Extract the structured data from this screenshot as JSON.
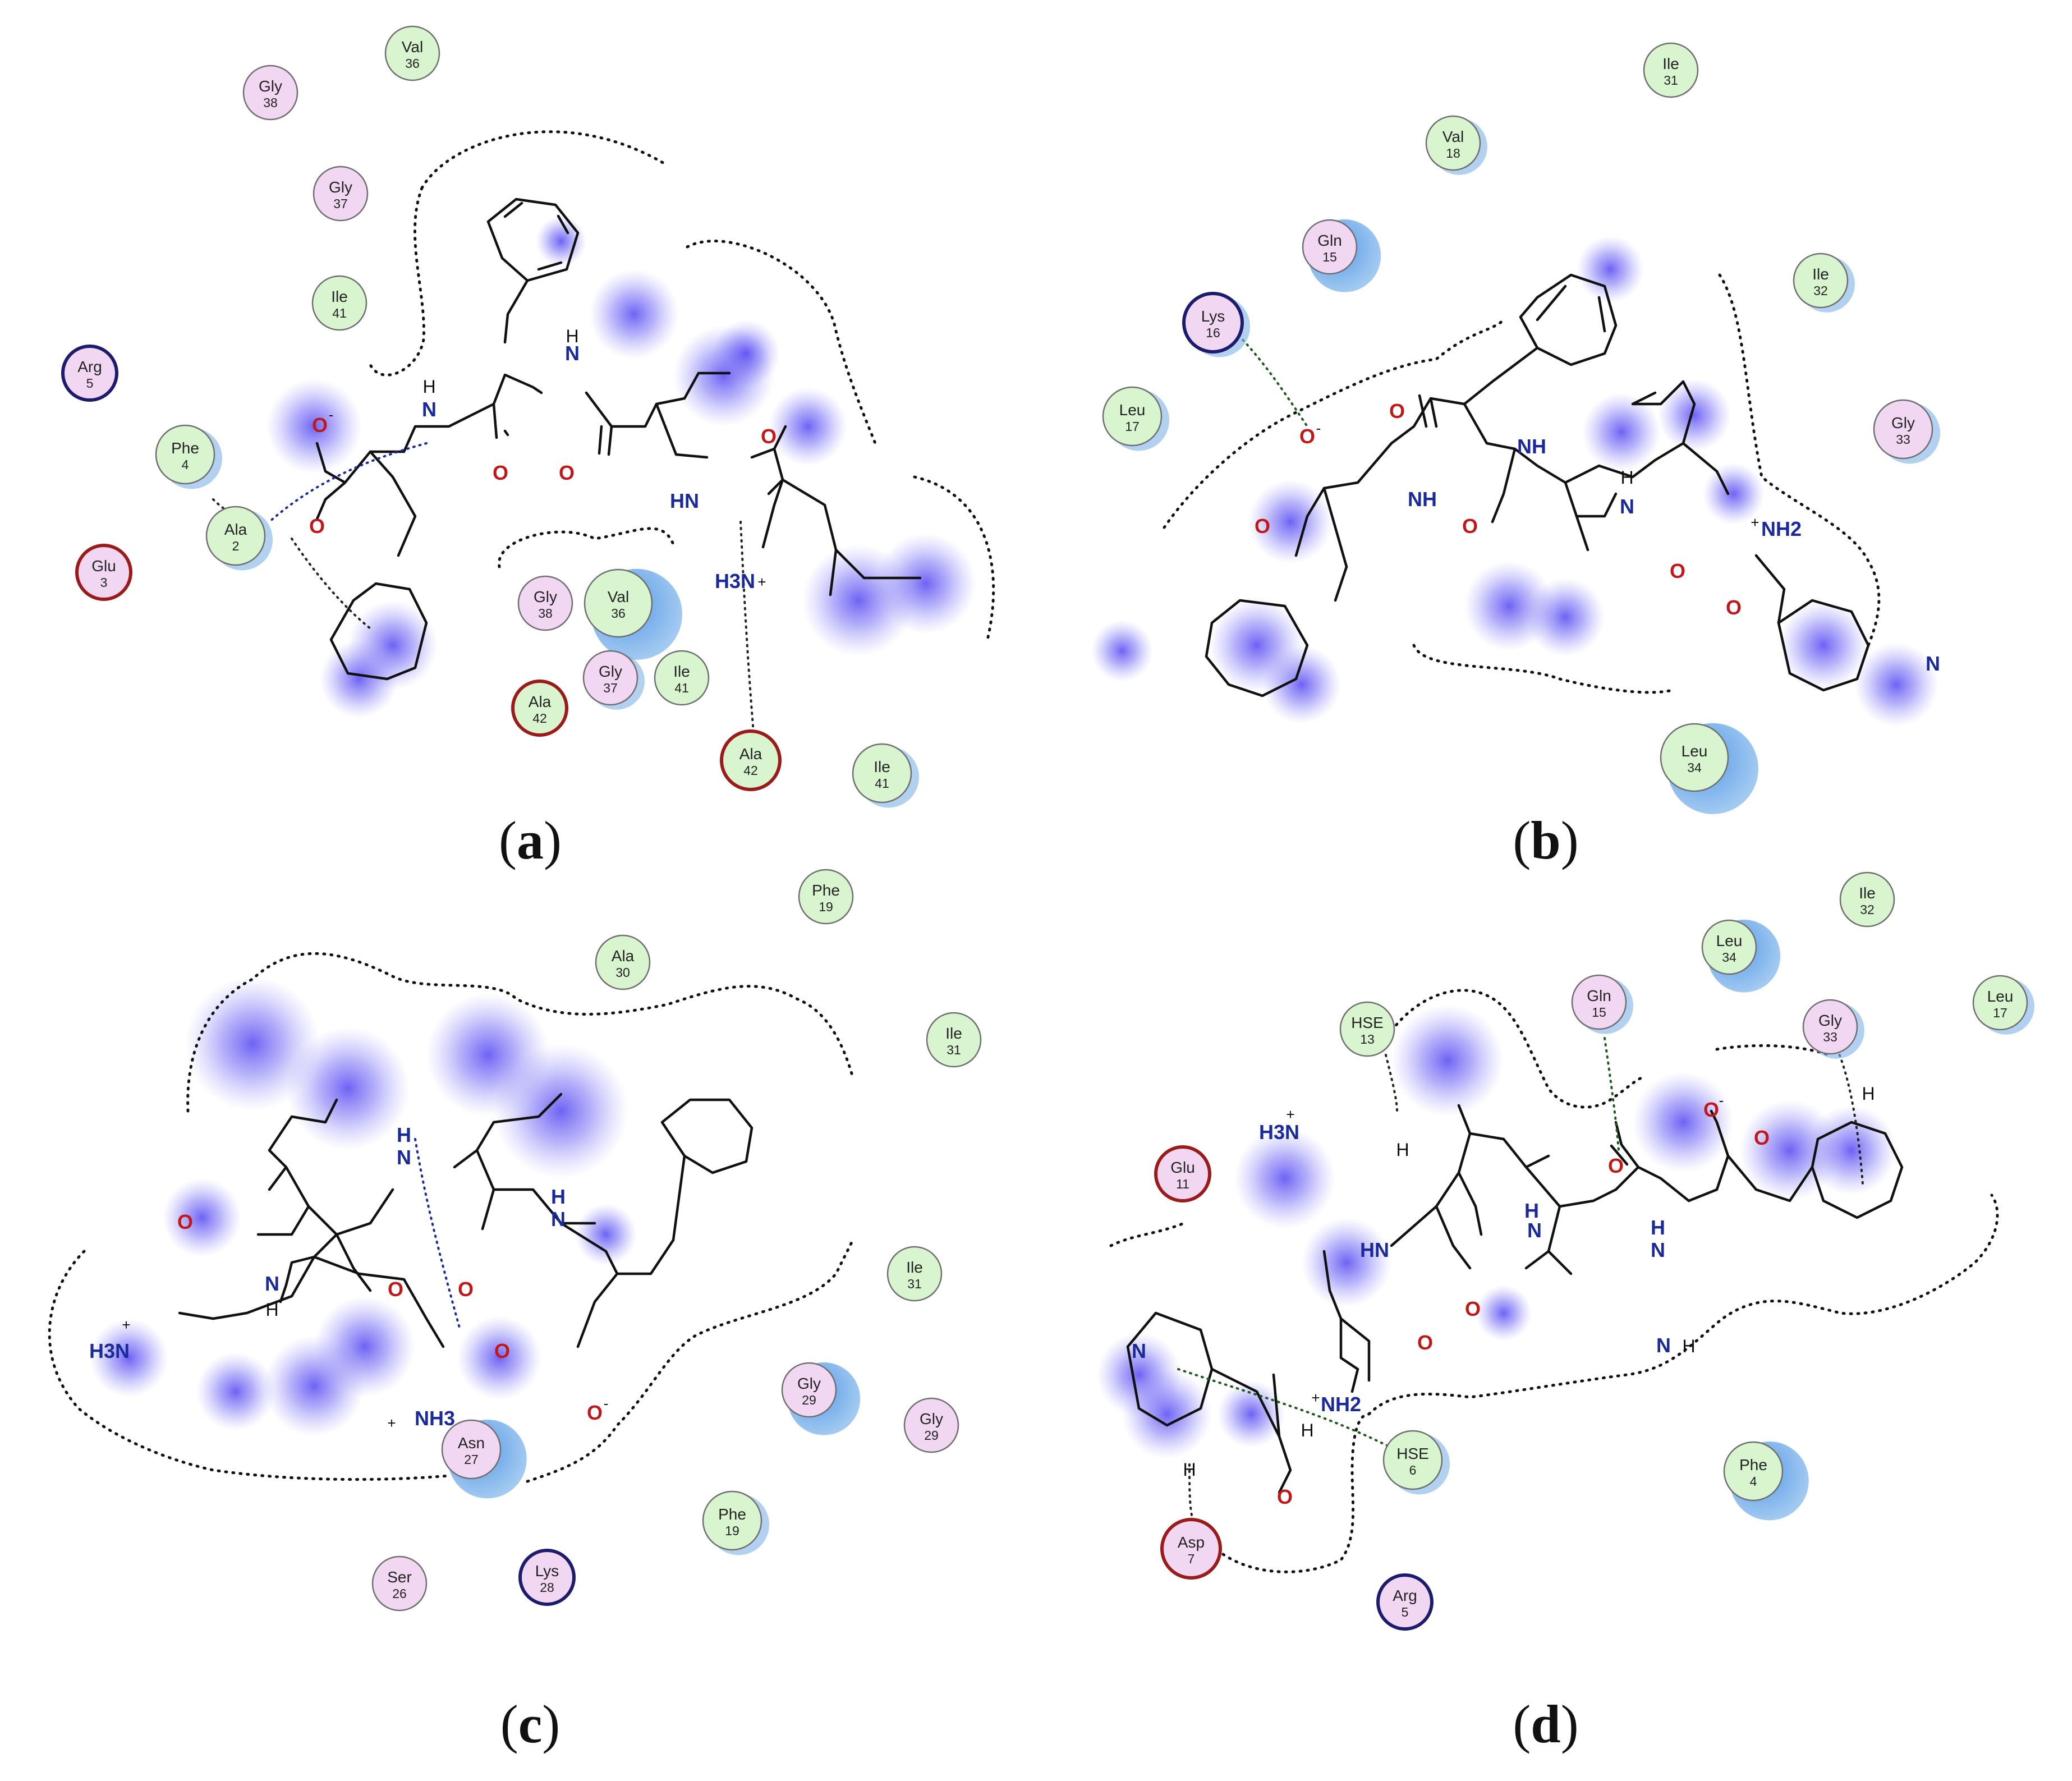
{
  "colors": {
    "hydrophobic_fill": "#d9f5cf",
    "polar_fill": "#f2d7f2",
    "acidic_ring": "#9b1a1a",
    "basic_ring": "#1c1c6e",
    "default_ring": "#6f6f6f",
    "shadow": "#7fb3e8",
    "exposure_glow": "#4a3cf0",
    "nitrogen": "#1a2a9a",
    "oxygen": "#c01818"
  },
  "panels": [
    {
      "label": "a",
      "residues": [
        {
          "name": "Gly",
          "num": "38",
          "kind": "polar",
          "ring": "default"
        },
        {
          "name": "Val",
          "num": "36",
          "kind": "hydrophobic",
          "ring": "default"
        },
        {
          "name": "Gly",
          "num": "37",
          "kind": "polar",
          "ring": "default"
        },
        {
          "name": "Ile",
          "num": "41",
          "kind": "hydrophobic",
          "ring": "default"
        },
        {
          "name": "Arg",
          "num": "5",
          "kind": "polar",
          "ring": "basic"
        },
        {
          "name": "Phe",
          "num": "4",
          "kind": "hydrophobic",
          "ring": "default"
        },
        {
          "name": "Ala",
          "num": "2",
          "kind": "hydrophobic",
          "ring": "default"
        },
        {
          "name": "Glu",
          "num": "3",
          "kind": "polar",
          "ring": "acidic"
        },
        {
          "name": "Gly",
          "num": "38",
          "kind": "polar",
          "ring": "default"
        },
        {
          "name": "Val",
          "num": "36",
          "kind": "hydrophobic",
          "ring": "default"
        },
        {
          "name": "Gly",
          "num": "37",
          "kind": "polar",
          "ring": "default"
        },
        {
          "name": "Ile",
          "num": "41",
          "kind": "hydrophobic",
          "ring": "default"
        },
        {
          "name": "Ala",
          "num": "42",
          "kind": "hydrophobic",
          "ring": "acidic"
        },
        {
          "name": "Ala",
          "num": "42",
          "kind": "hydrophobic",
          "ring": "acidic"
        },
        {
          "name": "Ile",
          "num": "41",
          "kind": "hydrophobic",
          "ring": "default"
        }
      ]
    },
    {
      "label": "b",
      "residues": [
        {
          "name": "Ile",
          "num": "31",
          "kind": "hydrophobic",
          "ring": "default"
        },
        {
          "name": "Val",
          "num": "18",
          "kind": "hydrophobic",
          "ring": "default"
        },
        {
          "name": "Gln",
          "num": "15",
          "kind": "polar",
          "ring": "default"
        },
        {
          "name": "Lys",
          "num": "16",
          "kind": "polar",
          "ring": "basic"
        },
        {
          "name": "Ile",
          "num": "32",
          "kind": "hydrophobic",
          "ring": "default"
        },
        {
          "name": "Leu",
          "num": "17",
          "kind": "hydrophobic",
          "ring": "default"
        },
        {
          "name": "Gly",
          "num": "33",
          "kind": "polar",
          "ring": "default"
        },
        {
          "name": "Leu",
          "num": "34",
          "kind": "hydrophobic",
          "ring": "default"
        }
      ]
    },
    {
      "label": "c",
      "residues": [
        {
          "name": "Phe",
          "num": "19",
          "kind": "hydrophobic",
          "ring": "default"
        },
        {
          "name": "Ala",
          "num": "30",
          "kind": "hydrophobic",
          "ring": "default"
        },
        {
          "name": "Ile",
          "num": "31",
          "kind": "hydrophobic",
          "ring": "default"
        },
        {
          "name": "Ile",
          "num": "31",
          "kind": "hydrophobic",
          "ring": "default"
        },
        {
          "name": "Gly",
          "num": "29",
          "kind": "polar",
          "ring": "default"
        },
        {
          "name": "Gly",
          "num": "29",
          "kind": "polar",
          "ring": "default"
        },
        {
          "name": "Asn",
          "num": "27",
          "kind": "polar",
          "ring": "default"
        },
        {
          "name": "Phe",
          "num": "19",
          "kind": "hydrophobic",
          "ring": "default"
        },
        {
          "name": "Ser",
          "num": "26",
          "kind": "polar",
          "ring": "default"
        },
        {
          "name": "Lys",
          "num": "28",
          "kind": "polar",
          "ring": "basic"
        }
      ]
    },
    {
      "label": "d",
      "residues": [
        {
          "name": "Ile",
          "num": "32",
          "kind": "hydrophobic",
          "ring": "default"
        },
        {
          "name": "Leu",
          "num": "34",
          "kind": "hydrophobic",
          "ring": "default"
        },
        {
          "name": "HSE",
          "num": "13",
          "kind": "hydrophobic",
          "ring": "default"
        },
        {
          "name": "Gln",
          "num": "15",
          "kind": "polar",
          "ring": "default"
        },
        {
          "name": "Gly",
          "num": "33",
          "kind": "polar",
          "ring": "default"
        },
        {
          "name": "Leu",
          "num": "17",
          "kind": "hydrophobic",
          "ring": "default"
        },
        {
          "name": "Glu",
          "num": "11",
          "kind": "polar",
          "ring": "acidic"
        },
        {
          "name": "HSE",
          "num": "6",
          "kind": "hydrophobic",
          "ring": "default"
        },
        {
          "name": "Phe",
          "num": "4",
          "kind": "hydrophobic",
          "ring": "default"
        },
        {
          "name": "Asp",
          "num": "7",
          "kind": "polar",
          "ring": "acidic"
        },
        {
          "name": "Arg",
          "num": "5",
          "kind": "polar",
          "ring": "basic"
        }
      ]
    }
  ],
  "atom_labels": {
    "N": "N",
    "NH": "NH",
    "HN": "HN",
    "H": "H",
    "O": "O",
    "H3N": "H3N",
    "NH2": "NH2",
    "NH3": "NH3",
    "plus": "+",
    "minus": "-",
    "sub2": "2",
    "sub3": "3"
  }
}
